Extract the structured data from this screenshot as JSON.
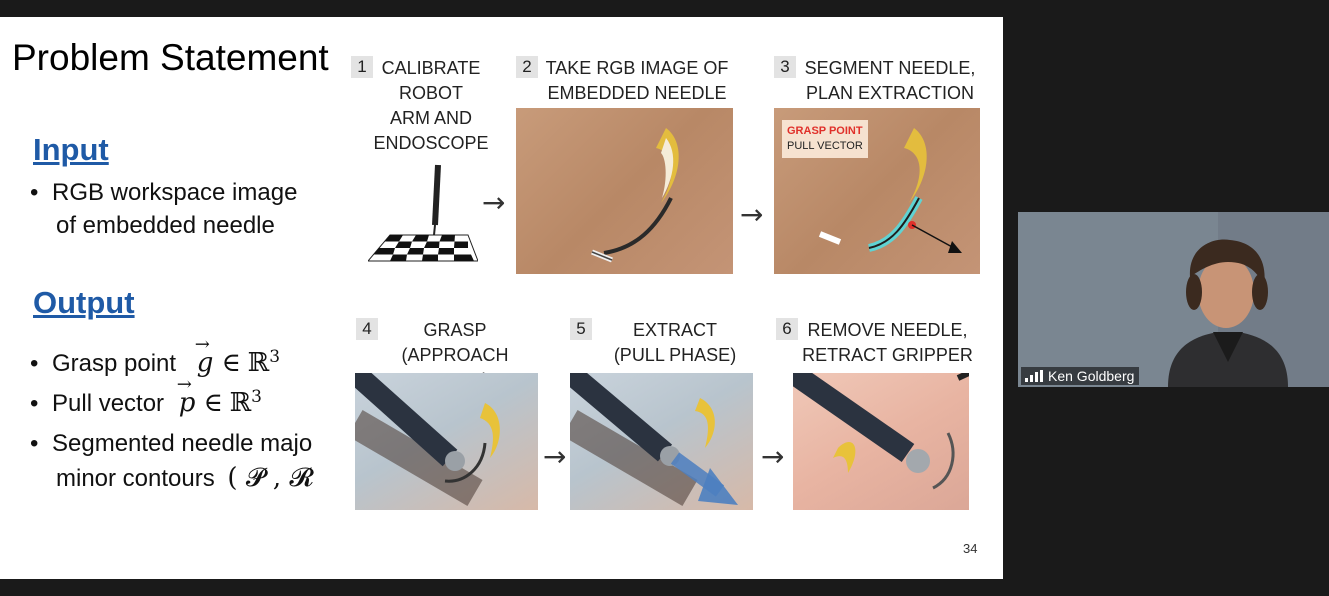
{
  "slide": {
    "title": "Problem Statement",
    "input_heading": "Input",
    "input_bullets": [
      "RGB workspace image",
      "of embedded needle"
    ],
    "output_heading": "Output",
    "output_bullets": {
      "grasp": "Grasp point",
      "pull": "Pull vector",
      "segmented_line1": "Segmented needle majo",
      "segmented_line2": "minor contours"
    },
    "math": {
      "g": "g",
      "p": "p",
      "in": "∈",
      "R3": "ℝ",
      "exp": "3",
      "contours": "( 𝓟 , 𝓡"
    },
    "steps": [
      {
        "num": "1",
        "label": "CALIBRATE\nROBOT\nARM AND\nENDOSCOPE"
      },
      {
        "num": "2",
        "label": "TAKE RGB IMAGE OF\nEMBEDDED NEEDLE"
      },
      {
        "num": "3",
        "label": "SEGMENT NEEDLE,\nPLAN EXTRACTION"
      },
      {
        "num": "4",
        "label": "GRASP\n(APPROACH PHASE)"
      },
      {
        "num": "5",
        "label": "EXTRACT\n(PULL PHASE)"
      },
      {
        "num": "6",
        "label": "REMOVE NEEDLE,\nRETRACT GRIPPER"
      }
    ],
    "overlay": {
      "grasp_point": "GRASP POINT",
      "pull_vector": "PULL VECTOR"
    },
    "arrow_glyph": "→",
    "page_number": "34"
  },
  "video": {
    "participant_name": "Ken Goldberg",
    "icon": "signal-bars-icon"
  },
  "colors": {
    "heading": "#1f5aa6",
    "grasp_point": "#e0302a",
    "contour": "#5fd3d3",
    "pull_arrow": "#4d7fc0"
  }
}
